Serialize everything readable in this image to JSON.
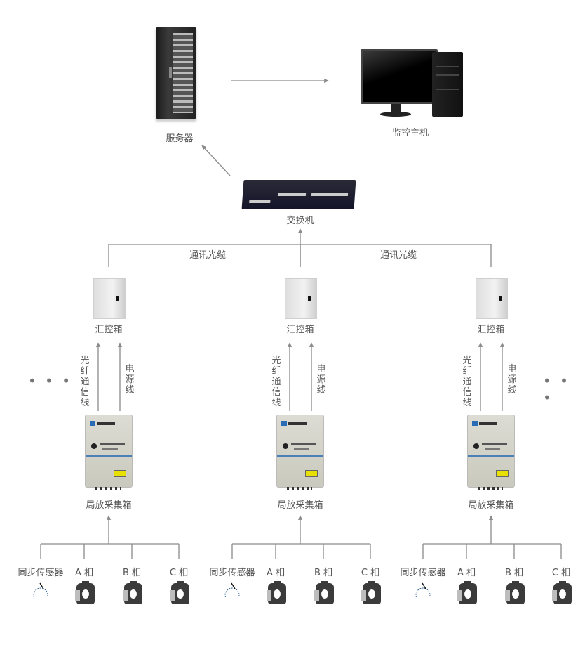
{
  "diagram": {
    "line_color": "#8a8a8a",
    "nodes": {
      "server": {
        "label": "服务器",
        "icon": "server-rack-icon"
      },
      "monitor_host": {
        "label": "监控主机",
        "icon": "desktop-computer-icon"
      },
      "switch": {
        "label": "交换机",
        "icon": "network-switch-icon"
      }
    },
    "cable_labels": [
      "通讯光缆",
      "通讯光缆"
    ],
    "continuation": "• • •",
    "groups": [
      {
        "cabinet_label": "汇控箱",
        "fiber_label": "光纤通信线",
        "power_label": "电源线",
        "collector_label": "局放采集箱",
        "sensors": [
          {
            "label": "同步传感器",
            "icon": "sync-sensor-icon"
          },
          {
            "label": "A 相",
            "icon": "current-transformer-icon"
          },
          {
            "label": "B 相",
            "icon": "current-transformer-icon"
          },
          {
            "label": "C 相",
            "icon": "current-transformer-icon"
          }
        ]
      },
      {
        "cabinet_label": "汇控箱",
        "fiber_label": "光纤通信线",
        "power_label": "电源线",
        "collector_label": "局放采集箱",
        "sensors": [
          {
            "label": "同步传感器",
            "icon": "sync-sensor-icon"
          },
          {
            "label": "A 相",
            "icon": "current-transformer-icon"
          },
          {
            "label": "B 相",
            "icon": "current-transformer-icon"
          },
          {
            "label": "C 相",
            "icon": "current-transformer-icon"
          }
        ]
      },
      {
        "cabinet_label": "汇控箱",
        "fiber_label": "光纤通信线",
        "power_label": "电源线",
        "collector_label": "局放采集箱",
        "sensors": [
          {
            "label": "同步传感器",
            "icon": "sync-sensor-icon"
          },
          {
            "label": "A 相",
            "icon": "current-transformer-icon"
          },
          {
            "label": "B 相",
            "icon": "current-transformer-icon"
          },
          {
            "label": "C 相",
            "icon": "current-transformer-icon"
          }
        ]
      }
    ]
  }
}
